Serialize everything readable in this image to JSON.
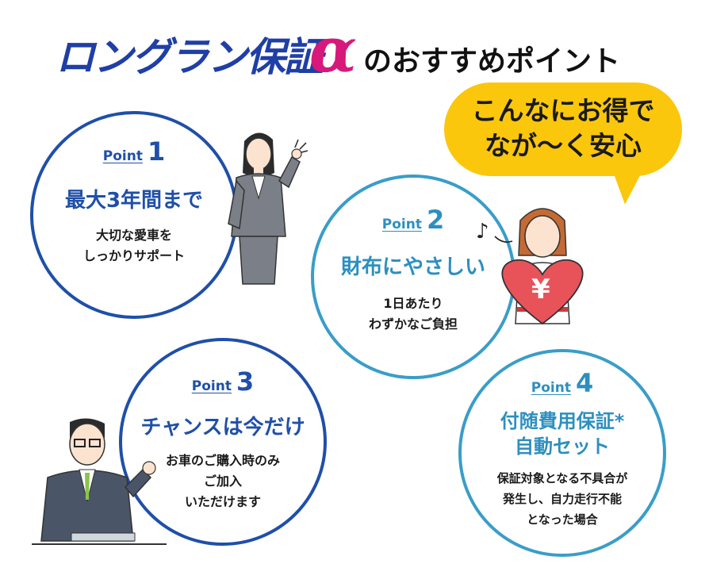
{
  "header": {
    "brand": "ロングラン保証",
    "alpha": "α",
    "subtitle": "のおすすめポイント"
  },
  "bubble": {
    "line1": "こんなにお得で",
    "line2": "なが〜く安心"
  },
  "points": [
    {
      "word": "Point",
      "num": "1",
      "title": "最大3年間まで",
      "desc1": "大切な愛車を",
      "desc2": "しっかりサポート"
    },
    {
      "word": "Point",
      "num": "2",
      "title": "財布にやさしい",
      "desc1": "1日あたり",
      "desc2": "わずかなご負担"
    },
    {
      "word": "Point",
      "num": "3",
      "title": "チャンスは今だけ",
      "desc1": "お車のご購入時のみ",
      "desc2": "ご加入",
      "desc3": "いただけます"
    },
    {
      "word": "Point",
      "num": "4",
      "title1": "付随費用保証*",
      "title2": "自動セット",
      "desc1": "保証対象となる不具合が",
      "desc2": "発生し、自力走行不能",
      "desc3": "となった場合"
    }
  ],
  "illustrations": {
    "yen_symbol": "¥",
    "note_symbol": "♪"
  },
  "colors": {
    "brand_blue": "#1f3fa6",
    "alpha_pink": "#d6197a",
    "bubble_yellow": "#fbc70d",
    "point_blue": "#1f4fa8",
    "point_teal": "#3a9dc8",
    "heart_red": "#e8535a"
  }
}
